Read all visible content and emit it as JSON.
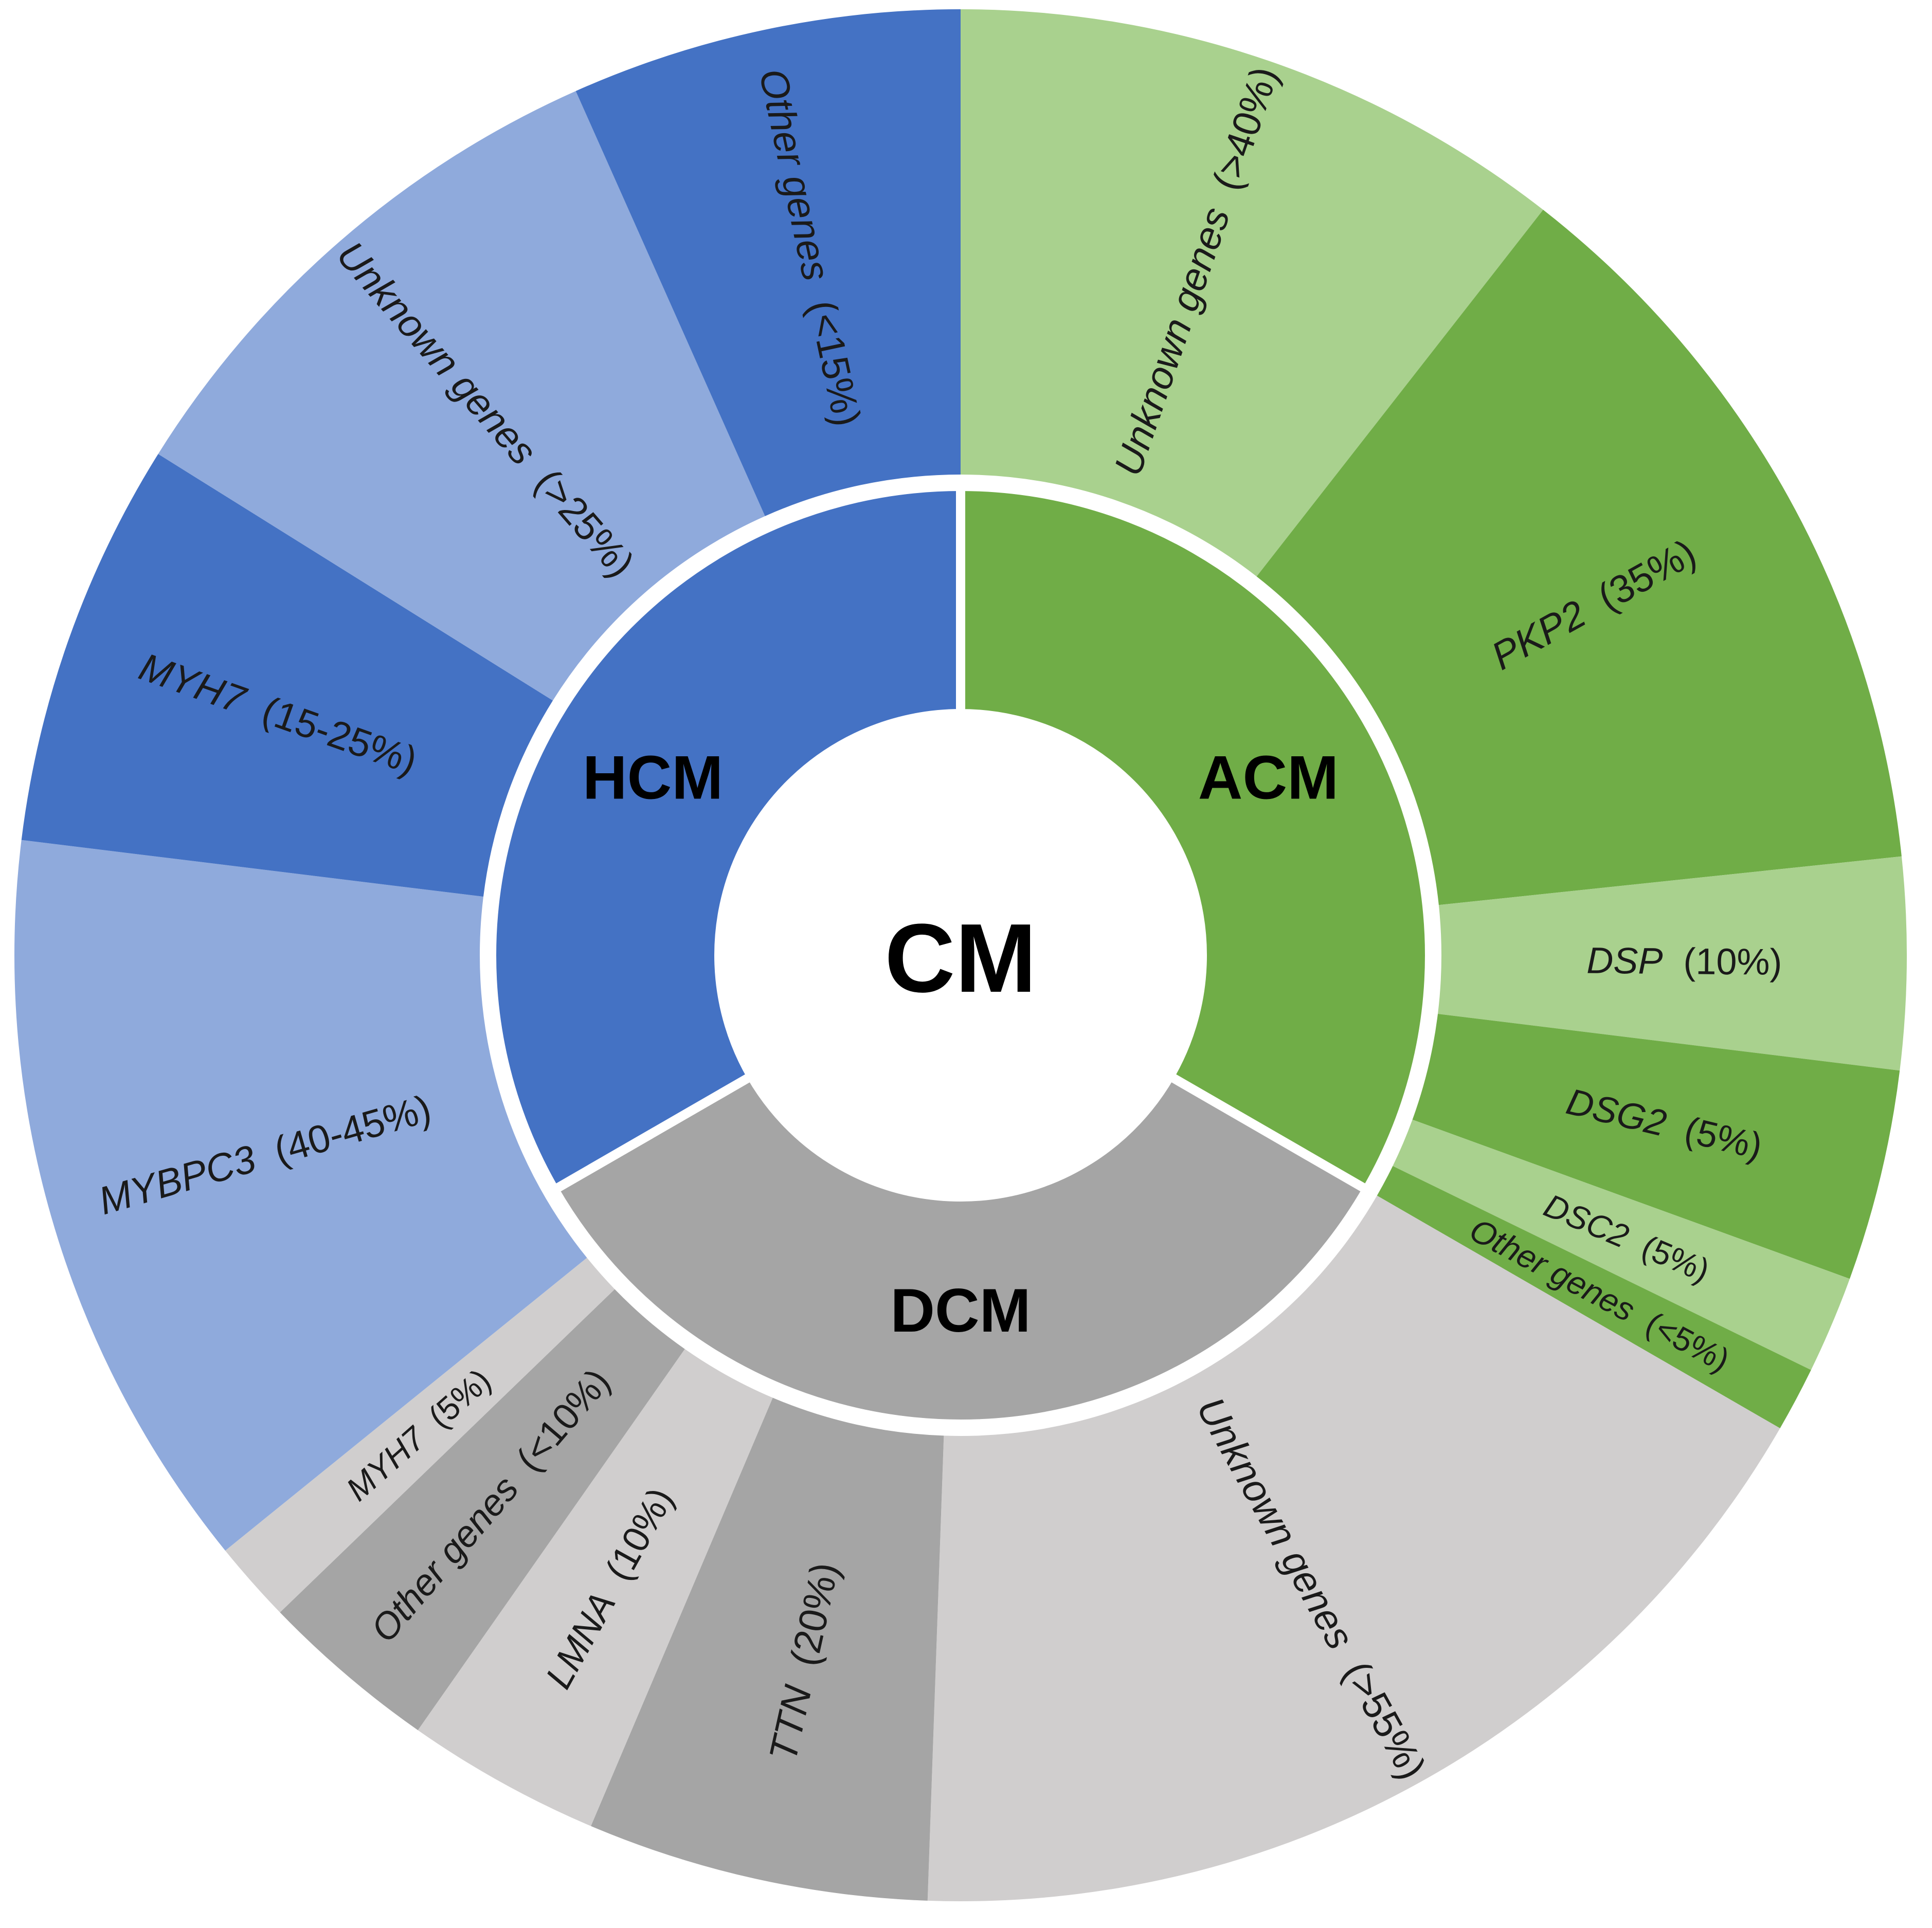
{
  "chart_data": {
    "type": "sunburst",
    "center": {
      "label": "CM"
    },
    "inner_ring": [
      {
        "id": "ACM",
        "label": "ACM",
        "start": 0,
        "end": 120,
        "color": "#70ad47"
      },
      {
        "id": "DCM",
        "label": "DCM",
        "start": 120,
        "end": 240,
        "color": "#a5a5a5"
      },
      {
        "id": "HCM",
        "label": "HCM",
        "start": 240,
        "end": 360,
        "color": "#4472c4"
      }
    ],
    "outer_ring": [
      {
        "group": "ACM",
        "gene": "Unknown genes",
        "share": "(>40%)",
        "start": 0,
        "end": 38,
        "color": "#a9d18e"
      },
      {
        "group": "ACM",
        "gene": "PKP2",
        "share": "(35%)",
        "start": 38,
        "end": 84,
        "color": "#70ad47"
      },
      {
        "group": "ACM",
        "gene": "DSP",
        "share": "(10%)",
        "start": 84,
        "end": 97,
        "color": "#a9d18e"
      },
      {
        "group": "ACM",
        "gene": "DSG2",
        "share": "(5%)",
        "start": 97,
        "end": 110,
        "color": "#70ad47"
      },
      {
        "group": "ACM",
        "gene": "DSC2",
        "share": "(5%)",
        "start": 110,
        "end": 116,
        "color": "#a9d18e"
      },
      {
        "group": "ACM",
        "gene": "Other genes",
        "share": "(<5%)",
        "start": 116,
        "end": 120,
        "color": "#70ad47"
      },
      {
        "group": "DCM",
        "gene": "Unknown genes",
        "share": "(>55%)",
        "start": 120,
        "end": 182,
        "color": "#d0cece"
      },
      {
        "group": "DCM",
        "gene": "TTN",
        "share": "(20%)",
        "start": 182,
        "end": 203,
        "color": "#a5a5a5"
      },
      {
        "group": "DCM",
        "gene": "LMNA",
        "share": "(10%)",
        "start": 203,
        "end": 215,
        "color": "#d0cece"
      },
      {
        "group": "DCM",
        "gene": "Other genes",
        "share": "(<10%)",
        "start": 215,
        "end": 226,
        "color": "#a5a5a5"
      },
      {
        "group": "DCM",
        "gene": "MYH7",
        "share": "(5%)",
        "start": 226,
        "end": 231,
        "color": "#d0cece"
      },
      {
        "group": "HCM",
        "gene": "MYBPC3",
        "share": "(40-45%)",
        "start": 231,
        "end": 277,
        "color": "#8faadc"
      },
      {
        "group": "HCM",
        "gene": "MYH7",
        "share": "(15-25%)",
        "start": 277,
        "end": 302,
        "color": "#4472c4"
      },
      {
        "group": "HCM",
        "gene": "Unknown genes",
        "share": "(>25%)",
        "start": 302,
        "end": 336,
        "color": "#8faadc"
      },
      {
        "group": "HCM",
        "gene": "Other genes",
        "share": "(<15%)",
        "start": 336,
        "end": 360,
        "color": "#4472c4"
      }
    ]
  }
}
